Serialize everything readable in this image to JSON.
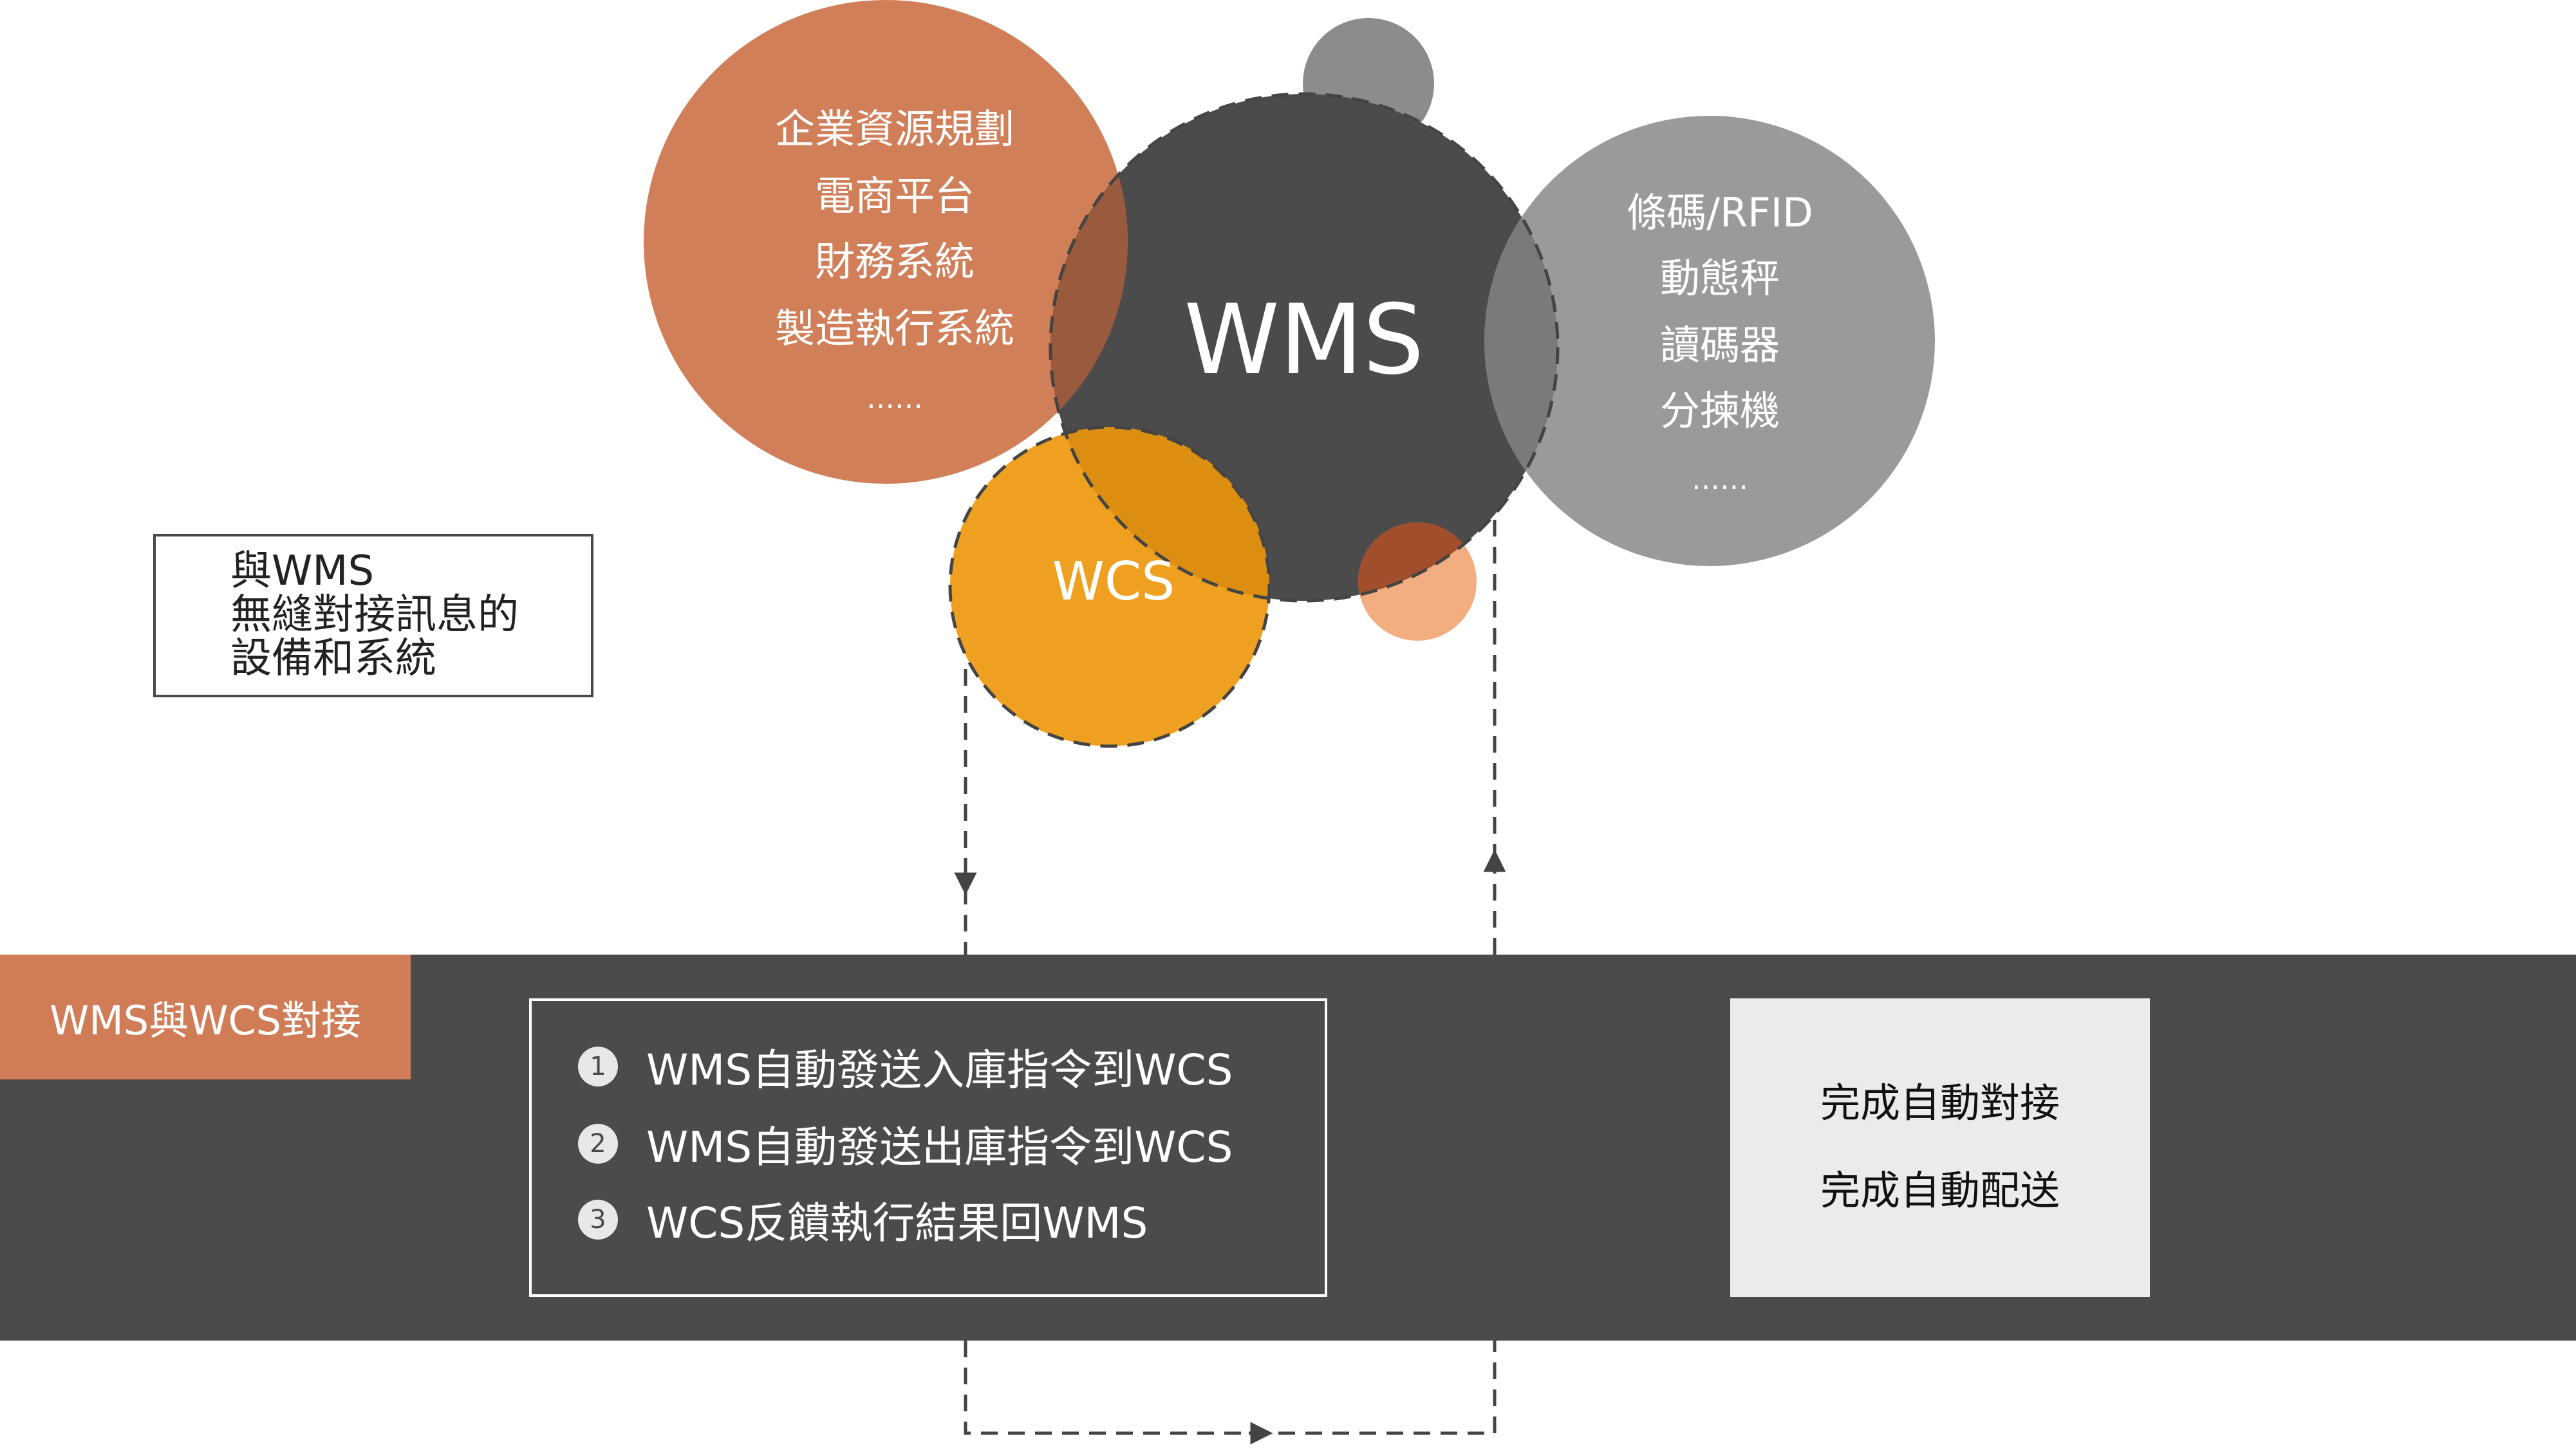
{
  "erp_circle": {
    "lines": [
      "企業資源規劃",
      "電商平台",
      "財務系統",
      "製造執行系統",
      "……"
    ],
    "color": "#d07c56"
  },
  "wms_circle": {
    "label": "WMS",
    "color": "#4b4b4b"
  },
  "devices_circle": {
    "lines": [
      "條碼/RFID",
      "動態秤",
      "讀碼器",
      "分揀機",
      "……"
    ],
    "color": "#9a9a9a"
  },
  "wcs_circle": {
    "label": "WCS",
    "color": "#f0a020"
  },
  "left_label": {
    "lines": [
      "與WMS",
      "無縫對接訊息的",
      "設備和系統"
    ]
  },
  "band": {
    "tag": "WMS與WCS對接",
    "steps": [
      {
        "num": "1",
        "text": "WMS自動發送入庫指令到WCS"
      },
      {
        "num": "2",
        "text": "WMS自動發送出庫指令到WCS"
      },
      {
        "num": "3",
        "text": "WCS反饋執行結果回WMS"
      }
    ],
    "results": [
      "完成自動對接",
      "完成自動配送"
    ]
  }
}
